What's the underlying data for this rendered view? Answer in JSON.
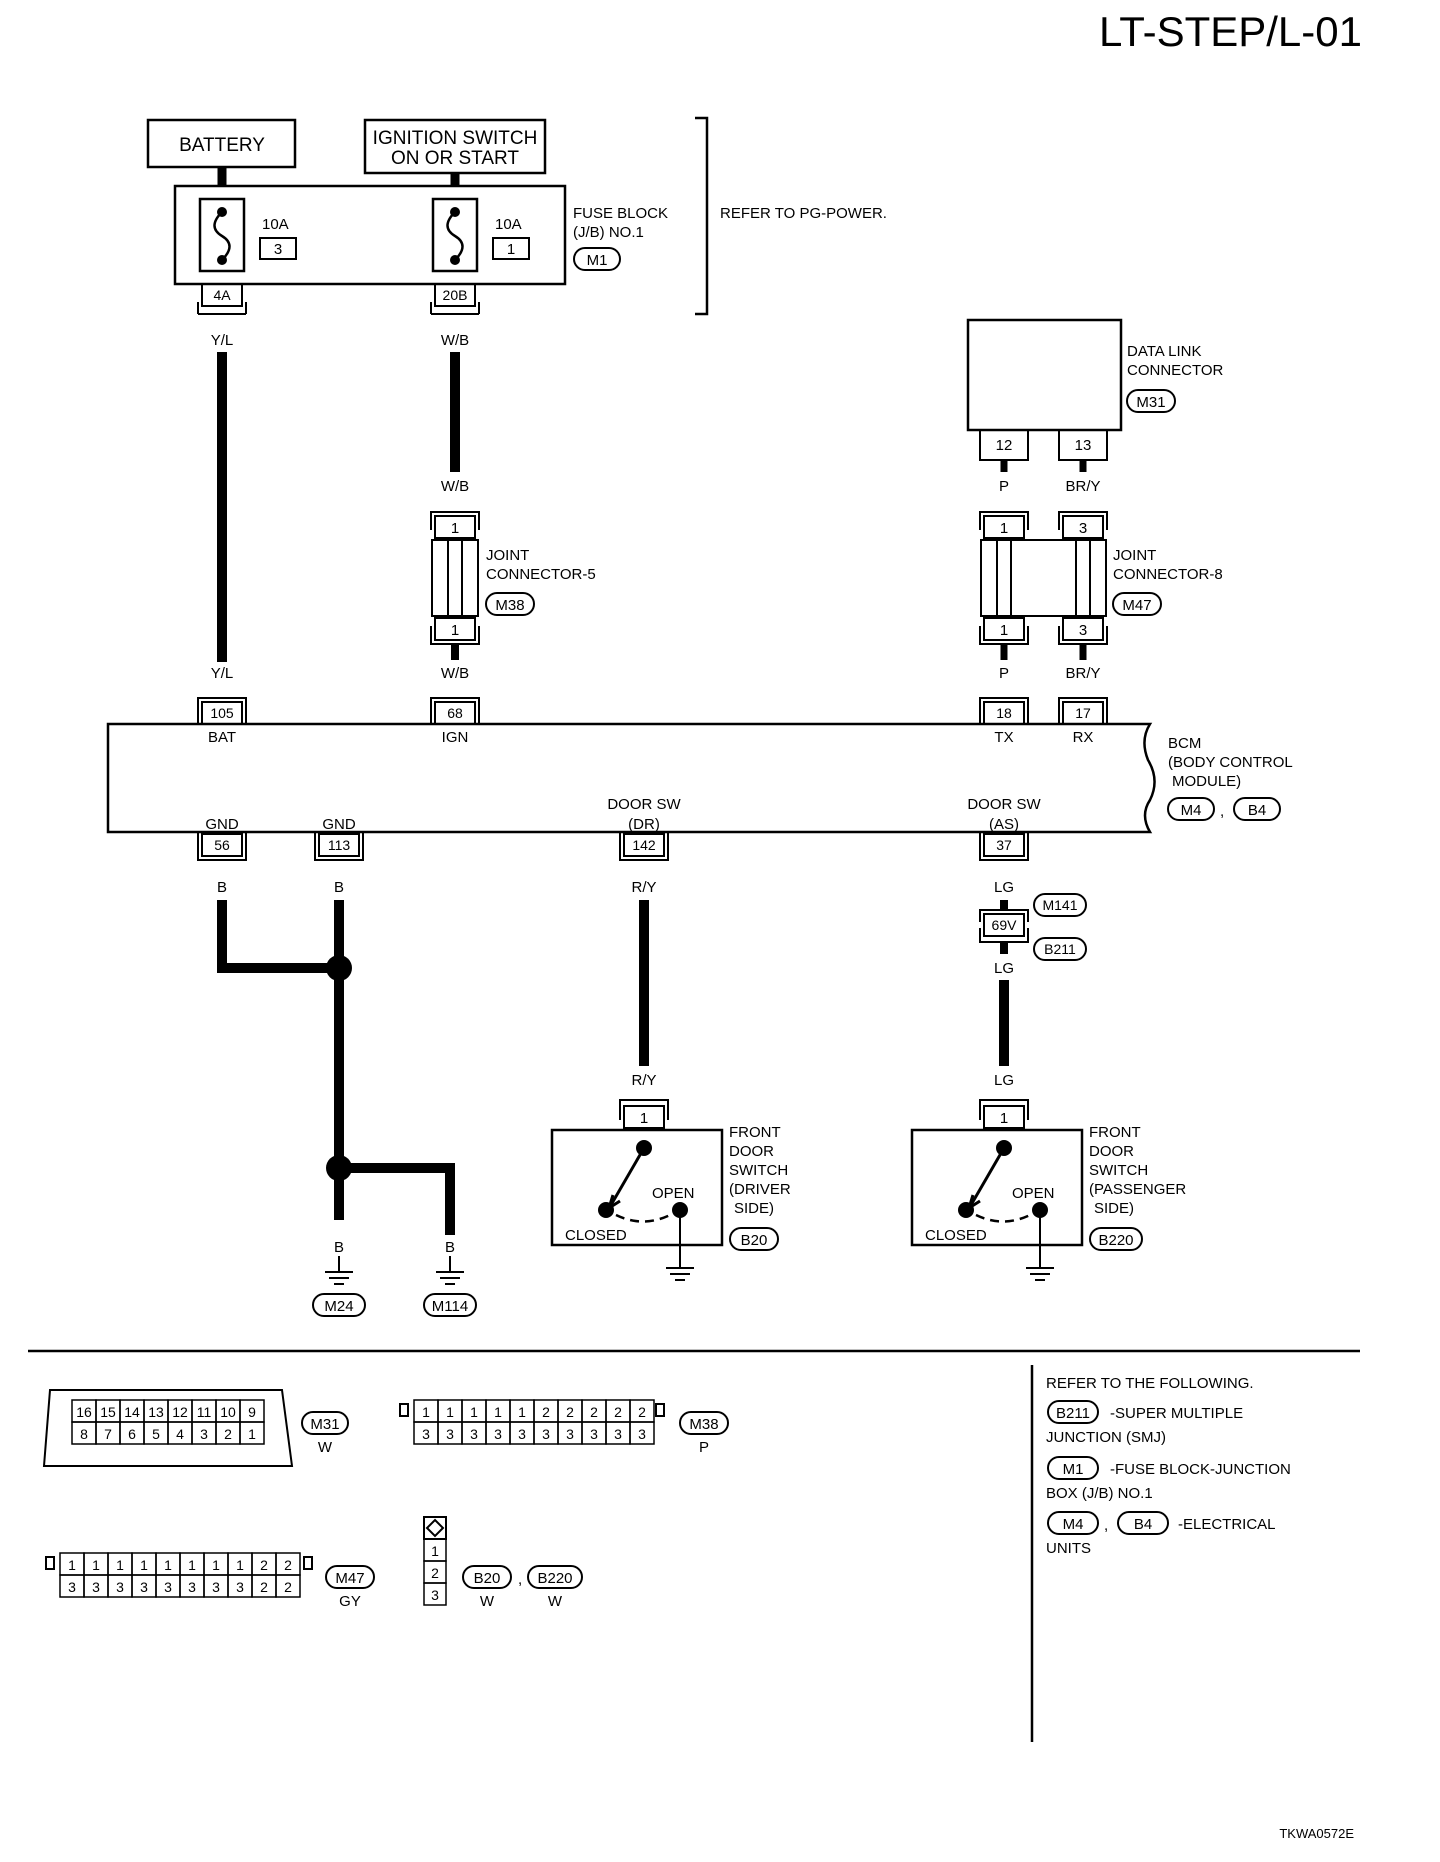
{
  "page": {
    "title": "LT-STEP/L-01",
    "code": "TKWA0572E"
  },
  "power": {
    "battery": "BATTERY",
    "ign_line1": "IGNITION SWITCH",
    "ign_line2": "ON OR START",
    "fuse_amp": "10A",
    "fuse1_num": "3",
    "fuse2_num": "1",
    "fuse1_term": "4A",
    "fuse2_term": "20B",
    "fuse_block_l1": "FUSE BLOCK",
    "fuse_block_l2": "(J/B) NO.1",
    "fuse_block_conn": "M1",
    "refer": "REFER TO PG-POWER."
  },
  "wires": {
    "yl": "Y/L",
    "wb": "W/B",
    "p": "P",
    "bry": "BR/Y",
    "b": "B",
    "ry": "R/Y",
    "lg": "LG"
  },
  "dlc": {
    "l1": "DATA LINK",
    "l2": "CONNECTOR",
    "conn": "M31",
    "pin_a": "12",
    "pin_b": "13"
  },
  "jc5": {
    "l1": "JOINT",
    "l2": "CONNECTOR-5",
    "conn": "M38",
    "pin": "1"
  },
  "jc8": {
    "l1": "JOINT",
    "l2": "CONNECTOR-8",
    "conn": "M47",
    "pin_a": "1",
    "pin_b": "3"
  },
  "bcm": {
    "l1": "BCM",
    "l2": "(BODY CONTROL",
    "l3": "MODULE)",
    "conn_a": "M4",
    "conn_b": "B4",
    "sep": ",",
    "pin_bat": "105",
    "lbl_bat": "BAT",
    "pin_ign": "68",
    "lbl_ign": "IGN",
    "pin_tx": "18",
    "lbl_tx": "TX",
    "pin_rx": "17",
    "lbl_rx": "RX",
    "pin_gnd1": "56",
    "pin_gnd2": "113",
    "lbl_gnd": "GND",
    "pin_dr": "142",
    "lbl_door_sw": "DOOR SW",
    "lbl_dr": "(DR)",
    "pin_as": "37",
    "lbl_as": "(AS)"
  },
  "smj": {
    "pin": "69V",
    "conn_a": "M141",
    "conn_b": "B211"
  },
  "ground": {
    "g1": "M24",
    "g2": "M114"
  },
  "door_dr": {
    "l1": "FRONT",
    "l2": "DOOR",
    "l3": "SWITCH",
    "l4": "(DRIVER",
    "l5": "SIDE)",
    "conn": "B20",
    "pin": "1",
    "open": "OPEN",
    "closed": "CLOSED"
  },
  "door_as": {
    "l1": "FRONT",
    "l2": "DOOR",
    "l3": "SWITCH",
    "l4": "(PASSENGER",
    "l5": "SIDE)",
    "conn": "B220",
    "pin": "1",
    "open": "OPEN",
    "closed": "CLOSED"
  },
  "connectors": {
    "m31_top": [
      "16",
      "15",
      "14",
      "13",
      "12",
      "11",
      "10",
      "9"
    ],
    "m31_bot": [
      "8",
      "7",
      "6",
      "5",
      "4",
      "3",
      "2",
      "1"
    ],
    "m31_name": "M31",
    "m31_color": "W",
    "m38_top": [
      "1",
      "1",
      "1",
      "1",
      "1",
      "2",
      "2",
      "2",
      "2",
      "2"
    ],
    "m38_bot": [
      "3",
      "3",
      "3",
      "3",
      "3",
      "3",
      "3",
      "3",
      "3",
      "3"
    ],
    "m38_name": "M38",
    "m38_color": "P",
    "m47_top": [
      "1",
      "1",
      "1",
      "1",
      "1",
      "1",
      "1",
      "1",
      "2",
      "2"
    ],
    "m47_bot": [
      "3",
      "3",
      "3",
      "3",
      "3",
      "3",
      "3",
      "3",
      "2",
      "2"
    ],
    "m47_name": "M47",
    "m47_color": "GY",
    "b20_pins": [
      "1",
      "2",
      "3"
    ],
    "b20_name": "B20",
    "b220_name": "B220",
    "b20_color": "W",
    "b220_color": "W",
    "sep": ","
  },
  "refer_following": {
    "heading": "REFER TO THE FOLLOWING.",
    "r1_conn": "B211",
    "r1_l1": "-SUPER MULTIPLE",
    "r1_l2": "JUNCTION (SMJ)",
    "r2_conn": "M1",
    "r2_l1": "-FUSE BLOCK-JUNCTION",
    "r2_l2": "BOX (J/B) NO.1",
    "r3_conn_a": "M4",
    "r3_sep": ",",
    "r3_conn_b": "B4",
    "r3_l1": "-ELECTRICAL",
    "r3_l2": "UNITS"
  }
}
